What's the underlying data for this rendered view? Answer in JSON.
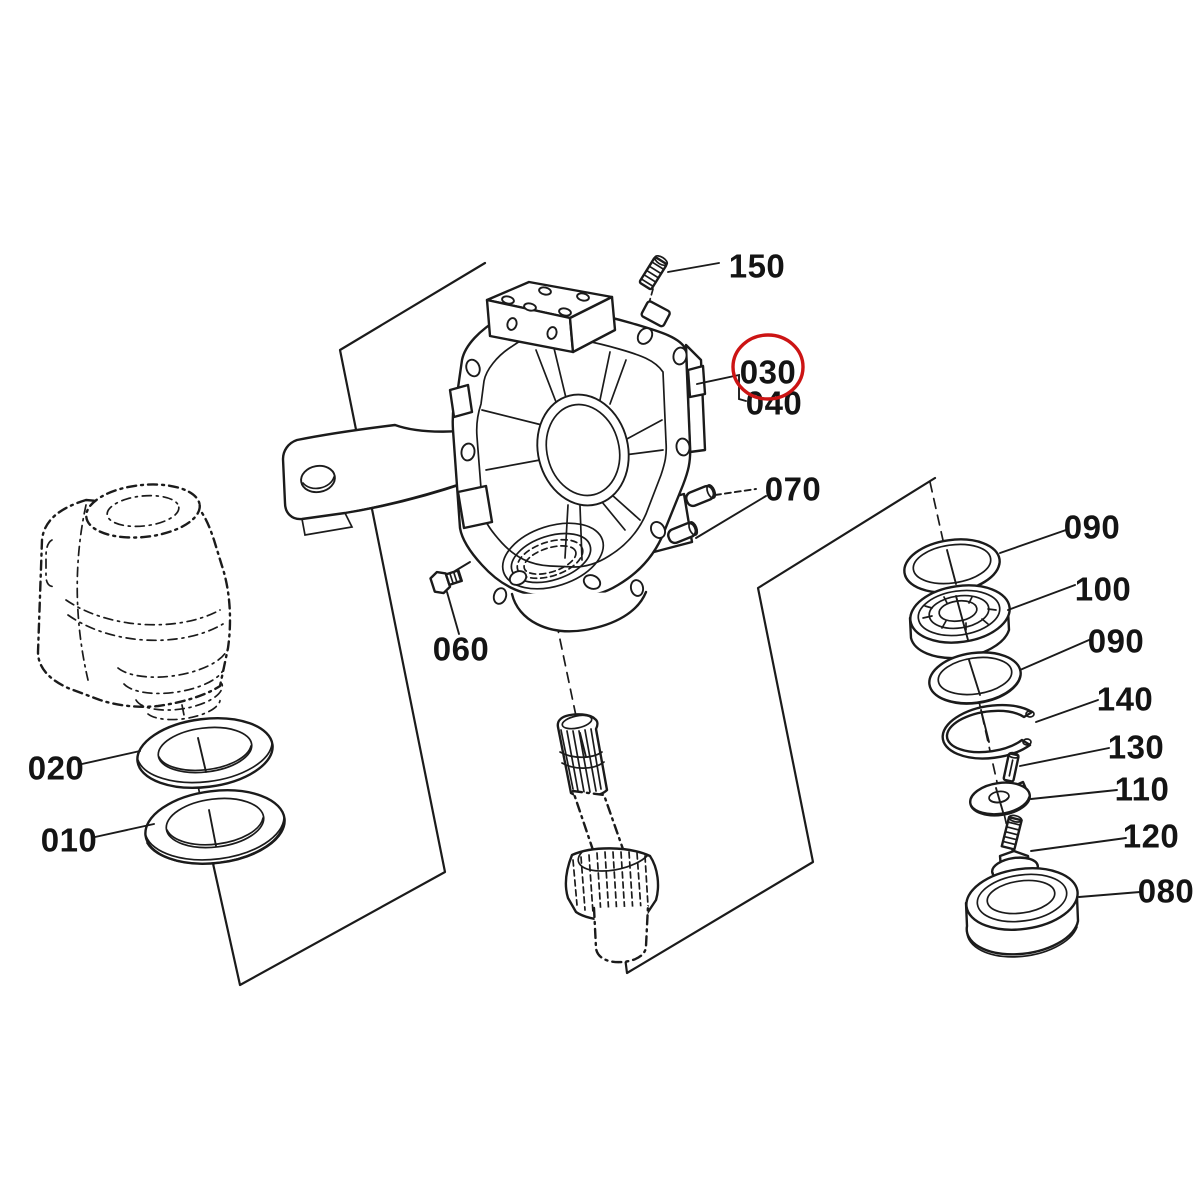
{
  "diagram": {
    "type": "exploded-parts-diagram",
    "subject": "front axle steering knuckle case assembly",
    "colors": {
      "bg": "#ffffff",
      "ink": "#1b1b1b",
      "hl": "#cc1414"
    },
    "highlighted_part": "030",
    "labels": {
      "150": "150",
      "030": "030",
      "040": "040",
      "070": "070",
      "060": "060",
      "020": "020",
      "010": "010",
      "090a": "090",
      "100": "100",
      "090b": "090",
      "140": "140",
      "130": "130",
      "110": "110",
      "120": "120",
      "080": "080"
    }
  }
}
